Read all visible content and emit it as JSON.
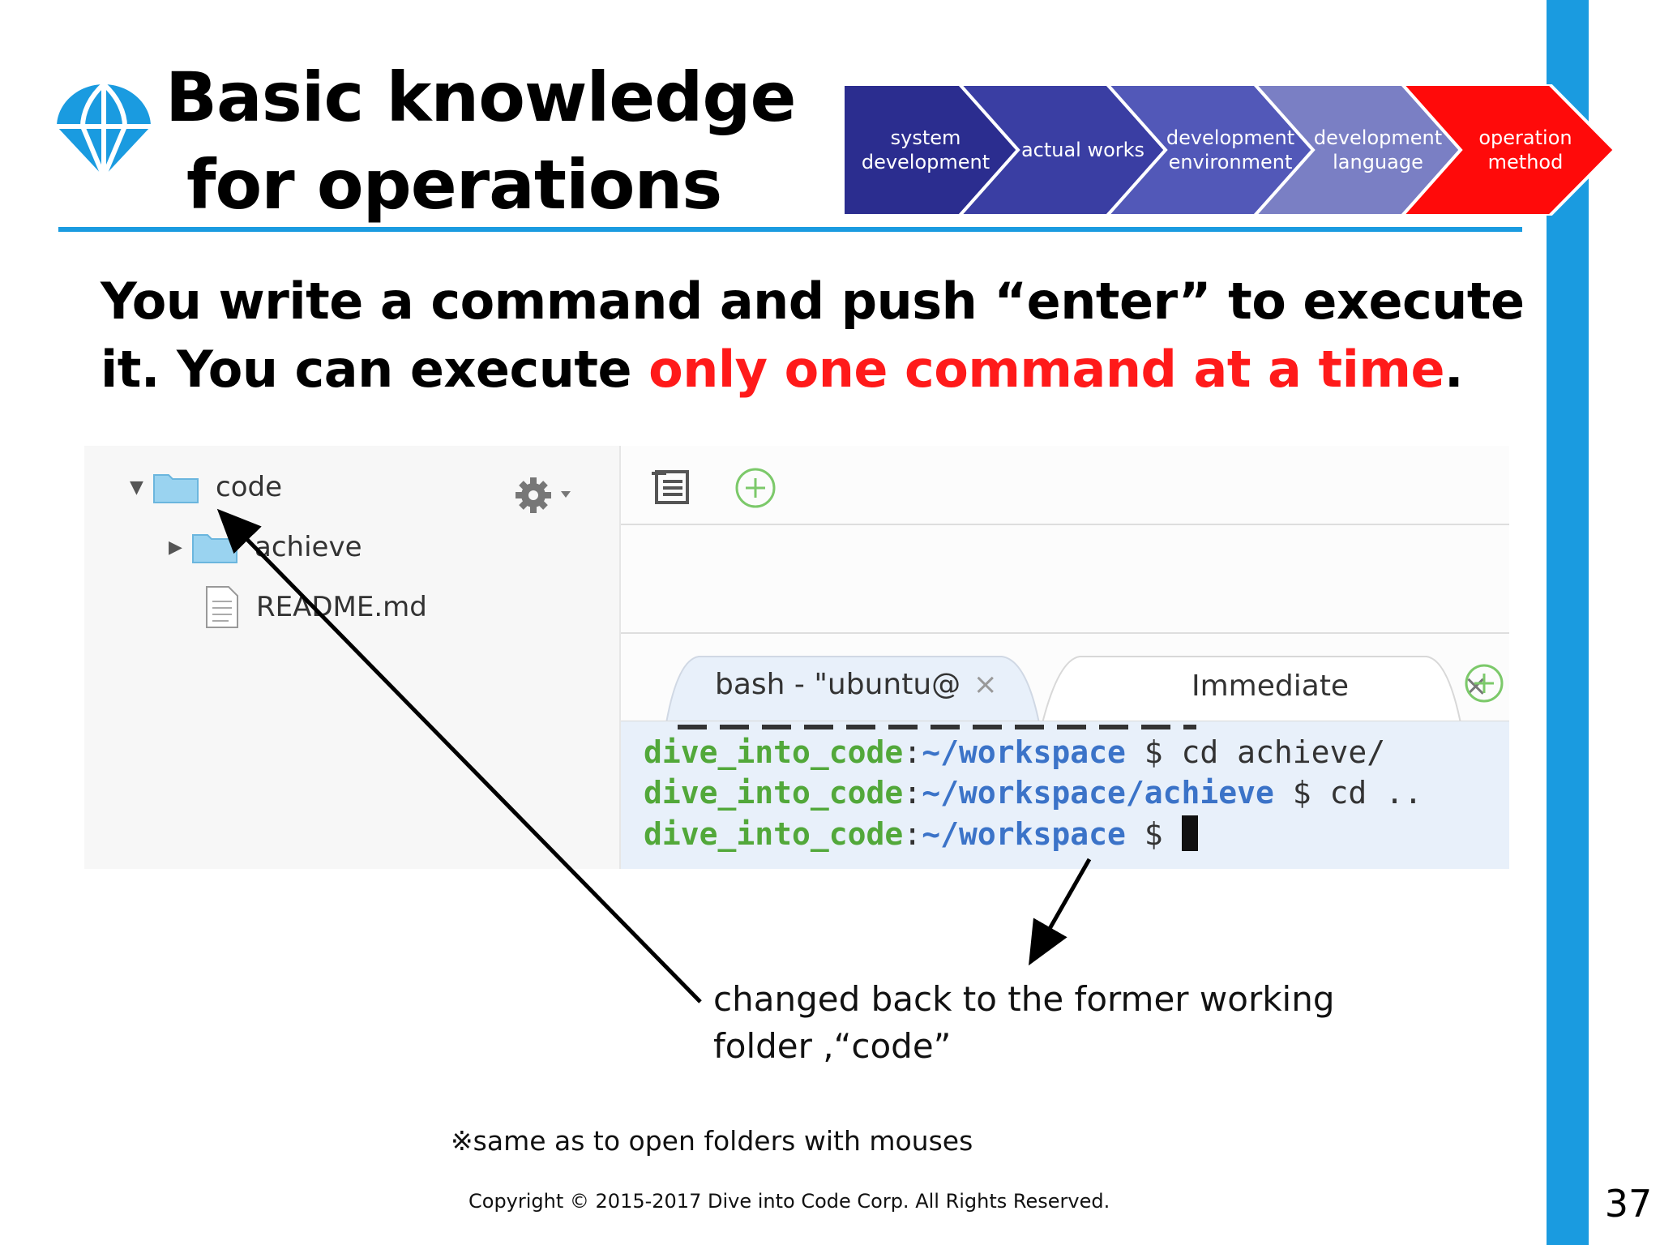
{
  "header": {
    "title_line1": "Basic knowledge",
    "title_line2": "for operations",
    "logo_icon": "globe-icon"
  },
  "process_steps": [
    {
      "label": "system\ndevelopment",
      "color": "#2b2d8f"
    },
    {
      "label": "actual works",
      "color": "#3a3ea3"
    },
    {
      "label": "development\nenvironment",
      "color": "#5258b8"
    },
    {
      "label": "development\nlanguage",
      "color": "#7a7fc4"
    },
    {
      "label": "operation\nmethod",
      "color": "#ff0a0a"
    }
  ],
  "statement": {
    "part1": "You write a command and push “enter” to execute it.  You can execute ",
    "highlight": "only one command at a time",
    "part2": "."
  },
  "file_tree": {
    "items": [
      {
        "label": "code",
        "type": "folder",
        "expanded": true
      },
      {
        "label": "achieve",
        "type": "folder",
        "expanded": false
      },
      {
        "label": "README.md",
        "type": "file"
      }
    ],
    "settings_icon": "gear-icon"
  },
  "editor": {
    "toolbar_icons": [
      "list-icon",
      "add-icon"
    ],
    "tabs": [
      {
        "label": "bash - \"ubuntu@",
        "close": "×"
      },
      {
        "label": "Immediate",
        "close": "×"
      }
    ],
    "add_tab_icon": "add-icon"
  },
  "terminal": {
    "lines": [
      {
        "user": "dive_into_code",
        "sep": ":",
        "path": "~/workspace",
        "prompt": " $ ",
        "cmd": "cd achieve/"
      },
      {
        "user": "dive_into_code",
        "sep": ":",
        "path": "~/workspace/achieve",
        "prompt": " $ ",
        "cmd": "cd .."
      },
      {
        "user": "dive_into_code",
        "sep": ":",
        "path": "~/workspace",
        "prompt": " $ ",
        "cmd": ""
      }
    ]
  },
  "annotation": {
    "line1": "changed back to the former working",
    "line2": "folder ,“code”"
  },
  "note": "※same as to open folders with mouses",
  "footer": {
    "copyright": "Copyright © 2015-2017 Dive into Code Corp. All Rights Reserved.",
    "page_number": "37"
  },
  "colors": {
    "accent_blue": "#1a9be0",
    "highlight_red": "#ff1a1a",
    "terminal_user": "#52a83a",
    "terminal_path": "#3b73c8"
  }
}
